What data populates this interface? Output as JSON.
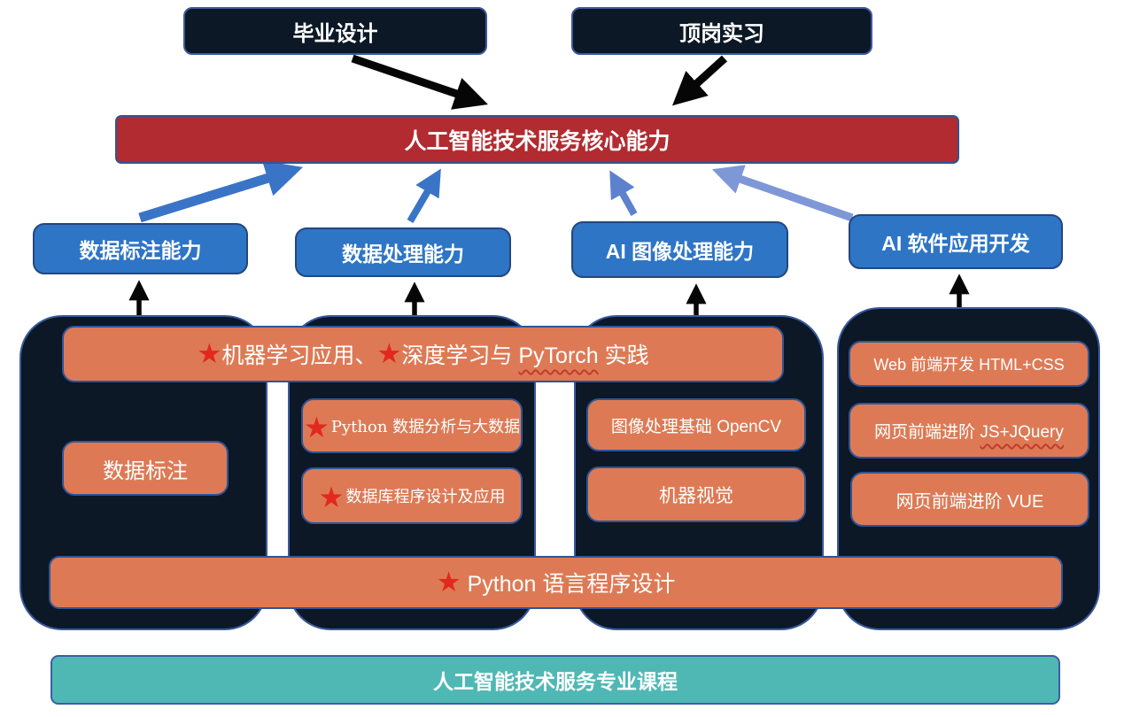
{
  "header_boxes": [
    {
      "label": "毕业设计"
    },
    {
      "label": "顶岗实习"
    }
  ],
  "core_bar": {
    "label": "人工智能技术服务核心能力"
  },
  "capability_boxes": [
    {
      "label": "数据标注能力"
    },
    {
      "label": "数据处理能力"
    },
    {
      "label": "AI 图像处理能力"
    },
    {
      "label": "AI 软件应用开发"
    }
  ],
  "ml_dl_bar": {
    "star1": "★",
    "part1": "机器学习应用、",
    "star2": "★",
    "part2": "深度学习与 ",
    "wavy": "PyTorch",
    "part3": " 实践"
  },
  "group1": {
    "courses": [
      {
        "label": "数据标注"
      }
    ]
  },
  "group2": {
    "courses": [
      {
        "star": "★",
        "label": "Python 数据分析与大数据"
      },
      {
        "star": "★",
        "label": "数据库程序设计及应用"
      }
    ]
  },
  "group3": {
    "courses": [
      {
        "label": "图像处理基础 OpenCV"
      },
      {
        "label": "机器视觉"
      }
    ]
  },
  "group4": {
    "courses": [
      {
        "label": "Web 前端开发 HTML+CSS"
      },
      {
        "prefix": "网页前端进阶 ",
        "wavy": "JS+JQuery"
      },
      {
        "label": "网页前端进阶 VUE"
      }
    ]
  },
  "python_bar": {
    "star": "★",
    "label": " Python 语言程序设计"
  },
  "footer_bar": {
    "label": "人工智能技术服务专业课程"
  },
  "colors": {
    "navy_dark": "#0C1826",
    "navy_border": "#3A5A9E",
    "red": "#B12B30",
    "red_border": "#2F5597",
    "blue_box": "#2E75C5",
    "blue_box_border": "#24477E",
    "orange": "#DD7A55",
    "orange_border": "#2F5597",
    "teal": "#4FB8B5",
    "teal_border": "#3B5EA8",
    "star": "#E3281E",
    "squiggle": "#C43A2E",
    "arrow_black": "#060606",
    "arrow_blue": "#3A74C6",
    "arrow_blue_mid": "#5D82CD",
    "arrow_blue_light": "#7E97D6"
  }
}
